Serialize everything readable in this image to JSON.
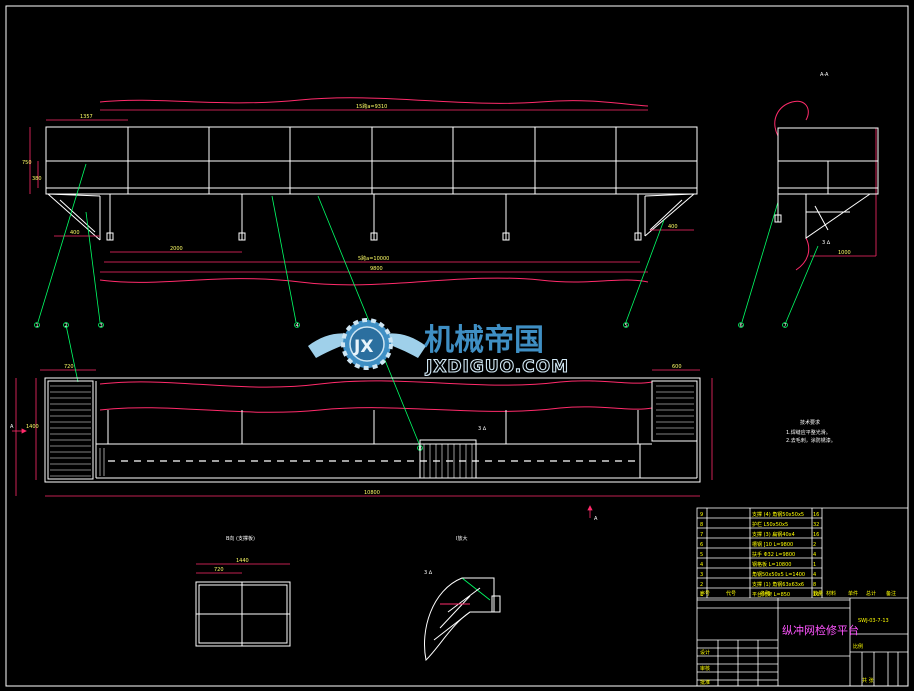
{
  "colors": {
    "background": "#000000",
    "outline": "#ffffff",
    "dimension": "#ff2b6b",
    "leader": "#00ff66",
    "text": "#ffff66",
    "watermark": "#3f8fc4"
  },
  "watermark": {
    "title_cn": "机械帝国",
    "site": "JXDIGUO.COM",
    "logo_letters": "JX",
    "icon": "gear-wings-logo"
  },
  "dimensions": {
    "total_top": "15跨a=9310",
    "span_top": "1357",
    "height_left": "750",
    "rail_mid": "380",
    "bay": "2000",
    "bay_total": "5跨a=10000",
    "overall": "9800",
    "bracket": "400",
    "side_width": "1000",
    "plan_left": "720",
    "plan_right": "600",
    "plan_height": "1400",
    "plan_total": "10800",
    "detail_w": "1440",
    "detail_a": "720"
  },
  "labels": {
    "section_aa": "A-A",
    "plan_marker": "A",
    "detail_grating": "B向 (支撑板)",
    "detail_i": "I放大",
    "weld_plan": "3 ∆",
    "weld_side": "3 ∆",
    "weld_detail": "3 ∆",
    "note_title": "技术要求",
    "note_1": "1.焊缝应平整光滑。",
    "note_2": "2.去毛刺，涂防锈漆。"
  },
  "callouts": [
    "1",
    "2",
    "3",
    "4",
    "5",
    "6",
    "7",
    "8"
  ],
  "title_block": {
    "drawing_title": "纵冲网检修平台",
    "drawing_no": "SWJ-03-7-13",
    "designer_label": "设计",
    "checker_label": "审核",
    "approver_label": "批准",
    "scale_label": "比例",
    "sheet_label": "共 张",
    "bom_header": [
      "序号",
      "代号",
      "名称",
      "数量",
      "材料",
      "单件",
      "总计",
      "备注"
    ],
    "bom_rows": [
      {
        "no": "9",
        "name": "支撑 (4) 角钢50x50x5",
        "qty": "16"
      },
      {
        "no": "8",
        "name": "护栏 L50x50x5",
        "qty": "32"
      },
      {
        "no": "7",
        "name": "支撑 (3) 扁钢40x4",
        "qty": "16"
      },
      {
        "no": "6",
        "name": "槽钢 [10 L=9800",
        "qty": "2"
      },
      {
        "no": "5",
        "name": "扶手 Φ32 L=9800",
        "qty": "4"
      },
      {
        "no": "4",
        "name": "钢格板 L=10800",
        "qty": "1"
      },
      {
        "no": "3",
        "name": "角钢50x50x5 L=1400",
        "qty": "4"
      },
      {
        "no": "2",
        "name": "支撑 (1) 角钢63x63x6",
        "qty": "8"
      },
      {
        "no": "1",
        "name": "平台托架 L=850",
        "qty": "16"
      }
    ]
  }
}
